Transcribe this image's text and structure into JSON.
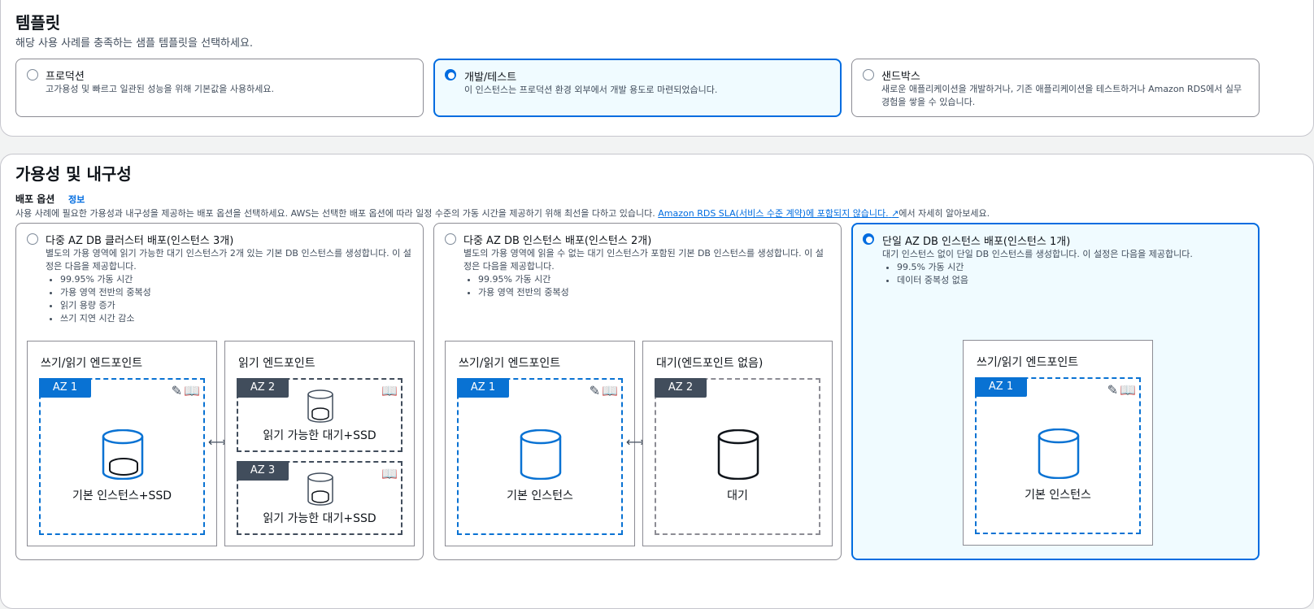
{
  "templates": {
    "title": "템플릿",
    "description": "해당 사용 사례를 충족하는 샘플 템플릿을 선택하세요.",
    "options": [
      {
        "title": "프로덕션",
        "description": "고가용성 및 빠르고 일관된 성능을 위해 기본값을 사용하세요.",
        "selected": false
      },
      {
        "title": "개발/테스트",
        "description": "이 인스턴스는 프로덕션 환경 외부에서 개발 용도로 마련되었습니다.",
        "selected": true
      },
      {
        "title": "샌드박스",
        "description": "새로운 애플리케이션을 개발하거나, 기존 애플리케이션을 테스트하거나 Amazon RDS에서 실무 경험을 쌓을 수 있습니다.",
        "selected": false
      }
    ]
  },
  "availability": {
    "title": "가용성 및 내구성",
    "deploy_label": "배포 옵션",
    "info_link": "정보",
    "desc_before": "사용 사례에 필요한 가용성과 내구성을 제공하는 배포 옵션을 선택하세요. AWS는 선택한 배포 옵션에 따라 일정 수준의 가동 시간을 제공하기 위해 최선을 다하고 있습니다.",
    "desc_link": "Amazon RDS SLA(서비스 수준 계약)에 포함되지 않습니다.",
    "desc_after": "에서 자세히 알아보세요.",
    "options": [
      {
        "title": "다중 AZ DB 클러스터 배포(인스턴스 3개)",
        "description": "별도의 가용 영역에 읽기 가능한 대기 인스턴스가 2개 있는 기본 DB 인스턴스를 생성합니다. 이 설정은 다음을 제공합니다.",
        "bullets": [
          "99.95% 가동 시간",
          "가용 영역 전반의 중복성",
          "읽기 용량 증가",
          "쓰기 지연 시간 감소"
        ],
        "selected": false,
        "diagram": {
          "left_box": "쓰기/읽기 엔드포인트",
          "right_box": "읽기 엔드포인트",
          "az1": "AZ 1",
          "az2": "AZ 2",
          "az3": "AZ 3",
          "primary": "기본 인스턴스+SSD",
          "standby2": "읽기 가능한 대기+SSD",
          "standby3": "읽기 가능한 대기+SSD"
        }
      },
      {
        "title": "다중 AZ DB 인스턴스 배포(인스턴스 2개)",
        "description": "별도의 가용 영역에 읽을 수 없는 대기 인스턴스가 포함된 기본 DB 인스턴스를 생성합니다. 이 설정은 다음을 제공합니다.",
        "bullets": [
          "99.95% 가동 시간",
          "가용 영역 전반의 중복성"
        ],
        "selected": false,
        "diagram": {
          "left_box": "쓰기/읽기 엔드포인트",
          "right_box": "대기(엔드포인트 없음)",
          "az1": "AZ 1",
          "az2": "AZ 2",
          "primary": "기본 인스턴스",
          "standby": "대기"
        }
      },
      {
        "title": "단일 AZ DB 인스턴스 배포(인스턴스 1개)",
        "description": "대기 인스턴스 없이 단일 DB 인스턴스를 생성합니다. 이 설정은 다음을 제공합니다.",
        "bullets": [
          "99.5% 가동 시간",
          "데이터 중복성 없음"
        ],
        "selected": true,
        "diagram": {
          "box": "쓰기/읽기 엔드포인트",
          "az1": "AZ 1",
          "primary": "기본 인스턴스"
        }
      }
    ]
  },
  "colors": {
    "accent": "#006ce0",
    "selected_bg": "#f0fbff",
    "az_blue": "#0972d3",
    "az_dark": "#414d5c"
  },
  "icons": [
    "radio-icon",
    "pencil-icon",
    "book-icon",
    "database-icon",
    "arrow-left-right-icon",
    "external-link-icon"
  ]
}
